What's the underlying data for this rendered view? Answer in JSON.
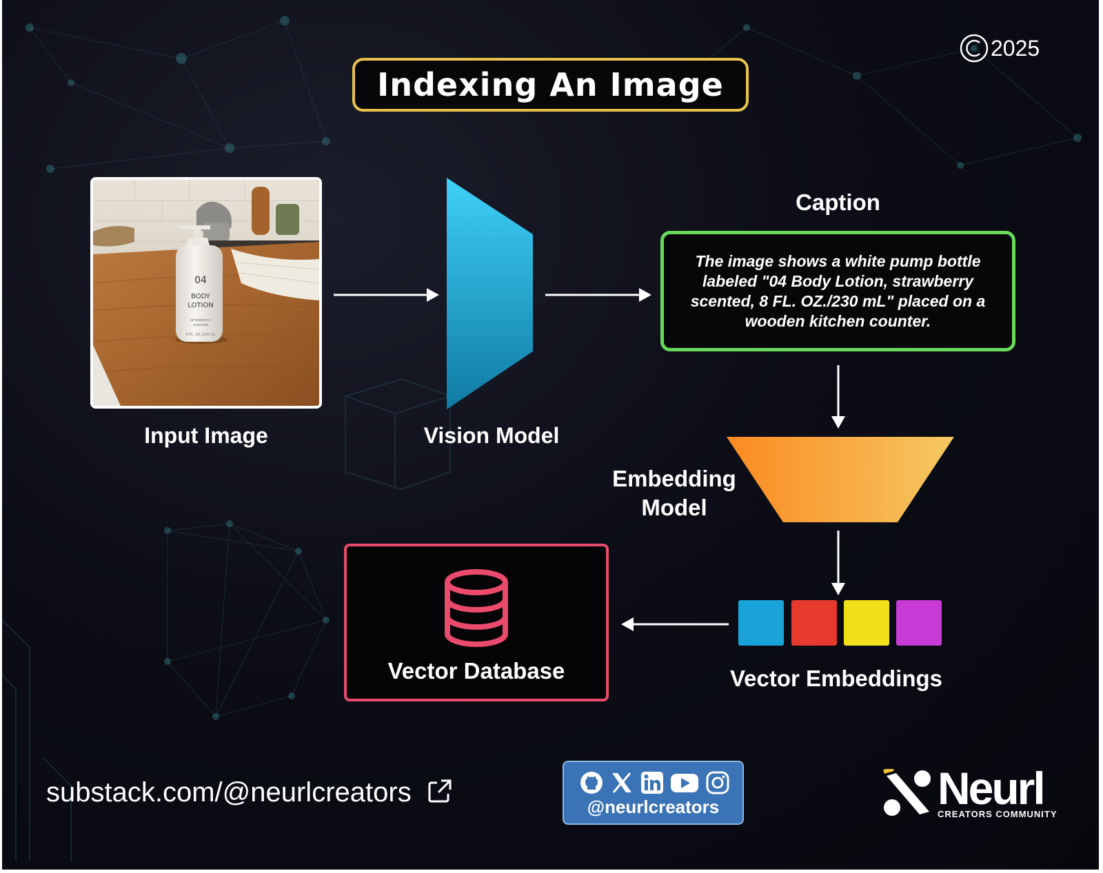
{
  "title": "Indexing An Image",
  "copyright": "2025",
  "input_image": {
    "label": "Input Image",
    "bottle_text": [
      "04",
      "BODY",
      "LOTION",
      "strawberry",
      "scented",
      "8 FL. OZ./230 mL"
    ]
  },
  "vision_model": {
    "label": "Vision Model"
  },
  "caption": {
    "heading": "Caption",
    "text": "The image shows a white pump bottle labeled \"04 Body Lotion, strawberry scented, 8 FL. OZ./230 mL\" placed on a wooden kitchen counter."
  },
  "embedding_model": {
    "label_line1": "Embedding",
    "label_line2": "Model"
  },
  "vector_embeddings": {
    "label": "Vector Embeddings",
    "colors": [
      "#1aa3d9",
      "#e8392f",
      "#f2e11a",
      "#c83ad6"
    ]
  },
  "vector_database": {
    "label": "Vector Database"
  },
  "footer": {
    "substack": "substack.com/@neurlcreators",
    "social_handle": "@neurlcreators",
    "social_icons": [
      "github-icon",
      "x-icon",
      "linkedin-icon",
      "youtube-icon",
      "instagram-icon"
    ],
    "brand_name": "Neurl",
    "brand_tagline": "CREATORS COMMUNITY"
  },
  "colors": {
    "title_border": "#e9c24c",
    "caption_border": "#68d95b",
    "database_border": "#ea4a6c",
    "vision_model_gradient": [
      "#3fd0f7",
      "#0f7aa3"
    ],
    "embedding_model_gradient": [
      "#fb8a22",
      "#f5c862"
    ],
    "social_box": "#3a73b6"
  }
}
